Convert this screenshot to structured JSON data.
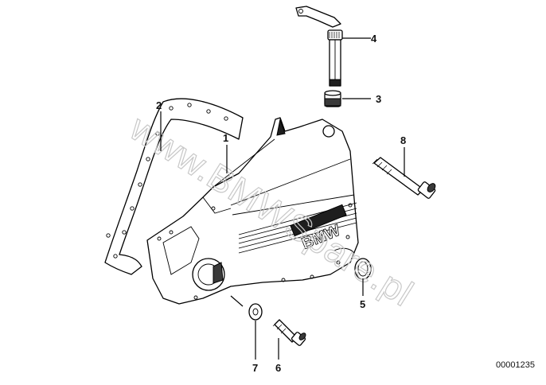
{
  "callouts": [
    {
      "id": "1",
      "label": "1"
    },
    {
      "id": "2",
      "label": "2"
    },
    {
      "id": "3",
      "label": "3"
    },
    {
      "id": "4",
      "label": "4"
    },
    {
      "id": "5",
      "label": "5"
    },
    {
      "id": "6",
      "label": "6"
    },
    {
      "id": "7",
      "label": "7"
    },
    {
      "id": "8",
      "label": "8"
    }
  ],
  "watermark": "www.BMWSpare.pl",
  "cover_logo": "BMW",
  "document_number": "00001235"
}
